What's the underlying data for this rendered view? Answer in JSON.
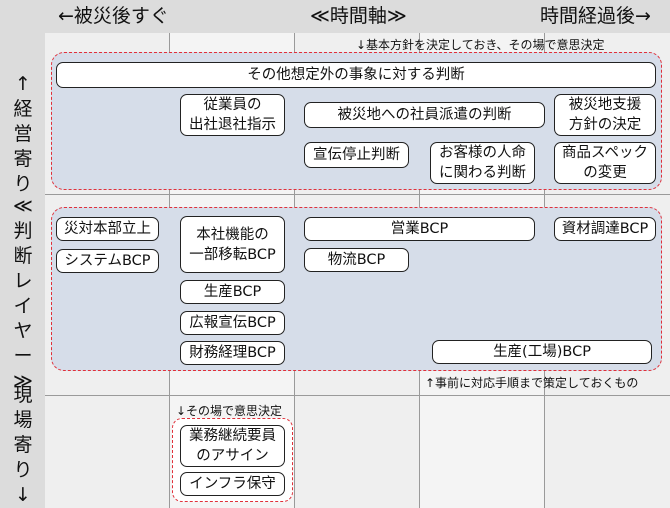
{
  "header": {
    "left": "←被災後すぐ",
    "center": "≪時間軸≫",
    "right": "時間経過後→"
  },
  "side": {
    "top": [
      "↑",
      "経",
      "営",
      "寄",
      "り"
    ],
    "middle": [
      "≪",
      "判",
      "断",
      "レ",
      "イ",
      "ヤ",
      "ー",
      "≫"
    ],
    "bottom": [
      "現",
      "場",
      "寄",
      "り",
      "↓"
    ]
  },
  "notes": {
    "top": "↓基本方針を決定しておき、その場で意思決定",
    "middle": "↑事前に対応手順まで策定しておくもの",
    "bottom": "↓その場で意思決定"
  },
  "management": {
    "wide": "その他想定外の事象に対する判断",
    "employee_attendance": "従業員の\n出社退社指示",
    "dispatch": "被災地への社員派遣の判断",
    "support_policy": "被災地支援\n方針の決定",
    "ad_stop": "宣伝停止判断",
    "customer_life": "お客様の人命\nに関わる判断",
    "product_spec": "商品スペック\nの変更"
  },
  "layer": {
    "hq_setup": "災対本部立上",
    "system_bcp": "システムBCP",
    "hq_relocation": "本社機能の\n一部移転BCP",
    "production_bcp": "生産BCP",
    "pr_bcp": "広報宣伝BCP",
    "finance_bcp": "財務経理BCP",
    "sales_bcp": "営業BCP",
    "logistics_bcp": "物流BCP",
    "procurement_bcp": "資材調達BCP",
    "factory_bcp": "生産(工場)BCP"
  },
  "field": {
    "staff_assign": "業務継続要員\nのアサイン",
    "infra": "インフラ保守"
  }
}
